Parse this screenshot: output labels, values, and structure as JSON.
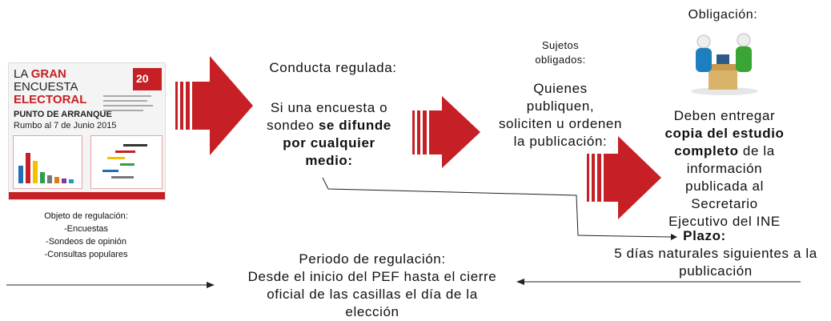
{
  "poster": {
    "headline_la": "LA",
    "headline_gran": "GRAN",
    "headline_encuesta": "ENCUESTA",
    "headline_electoral": "ELECTORAL",
    "subhead": "PUNTO DE ARRANQUE",
    "date_line": "Rumbo al 7 de Junio 2015",
    "badge": "20"
  },
  "objeto": {
    "title": "Objeto de regulación:",
    "items": [
      "-Encuestas",
      "-Sondeos de opinión",
      "-Consultas populares"
    ]
  },
  "conducta": {
    "title": "Conducta regulada:",
    "line1": "Si una encuesta o",
    "line2_pre": "sondeo ",
    "line2_bold": "se difunde",
    "line3": "por cualquier",
    "line4": "medio:"
  },
  "sujetos": {
    "title_line1": "Sujetos",
    "title_line2": "obligados:",
    "line1": "Quienes",
    "line2": "publiquen,",
    "line3": "soliciten u ordenen",
    "line4": "la publicación:"
  },
  "obligacion": {
    "title": "Obligación:",
    "line1": "Deben entregar",
    "line2": "copia del estudio",
    "line3_bold": "completo",
    "line3_rest": " de la",
    "line4": "información",
    "line5": "publicada al",
    "line6": "Secretario",
    "line7": "Ejecutivo del INE",
    "plazo_label": "Plazo:",
    "plazo_line1": "5 días naturales siguientes a la",
    "plazo_line2": "publicación"
  },
  "periodo": {
    "title": "Periodo de regulación:",
    "line1": "Desde el inicio del PEF hasta el cierre",
    "line2": "oficial de las casillas el día de la",
    "line3": "elección"
  },
  "colors": {
    "arrow": "#c62026",
    "arrow_stripes": "#c62026"
  }
}
